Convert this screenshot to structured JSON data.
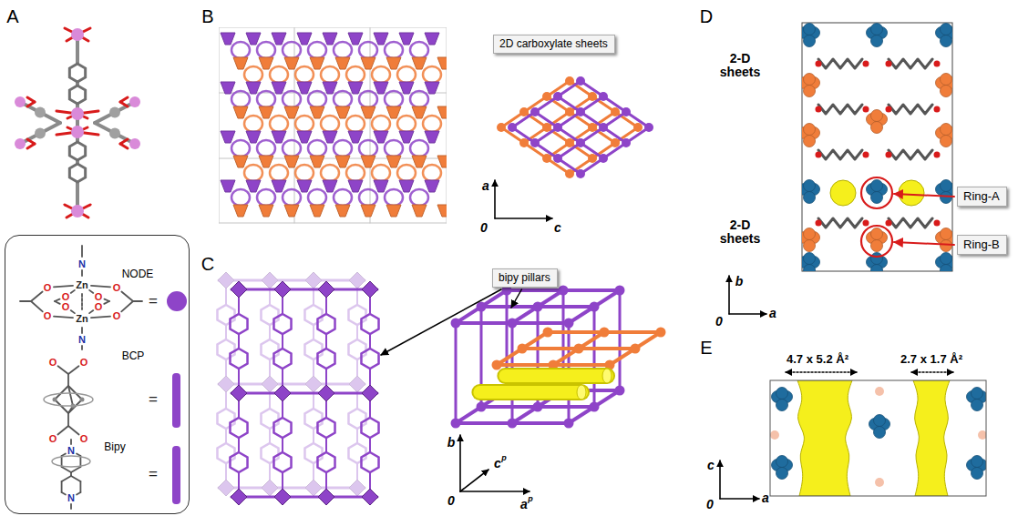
{
  "diagram": {
    "nodes": [
      {
        "text": [
          "NODE",
          "BCP",
          "Bipy"
        ]
      },
      {
        "text": [
          "2D carboxylate sheets"
        ]
      },
      {
        "text": [
          "bipy pillars"
        ]
      },
      {
        "text": [
          "Ring-A"
        ]
      },
      {
        "text": [
          "Ring-B"
        ]
      }
    ],
    "labels": [
      "A",
      "B",
      "C",
      "D",
      "E",
      "N",
      "Zn",
      "O",
      "O",
      "O",
      "O",
      "Zn",
      "O",
      "O",
      "O",
      "O",
      "N",
      "=",
      "O",
      "O",
      "O",
      "O",
      "=",
      "N",
      "N",
      "=",
      "a",
      "0",
      "c",
      "b",
      "c",
      "p",
      "0",
      "a",
      "p",
      "2-D sheets",
      "2-D sheets",
      "b",
      "0",
      "a",
      "4.7 x 5.2 Å²",
      "2.7 x 1.7 Å²",
      "c",
      "0",
      "a"
    ]
  }
}
